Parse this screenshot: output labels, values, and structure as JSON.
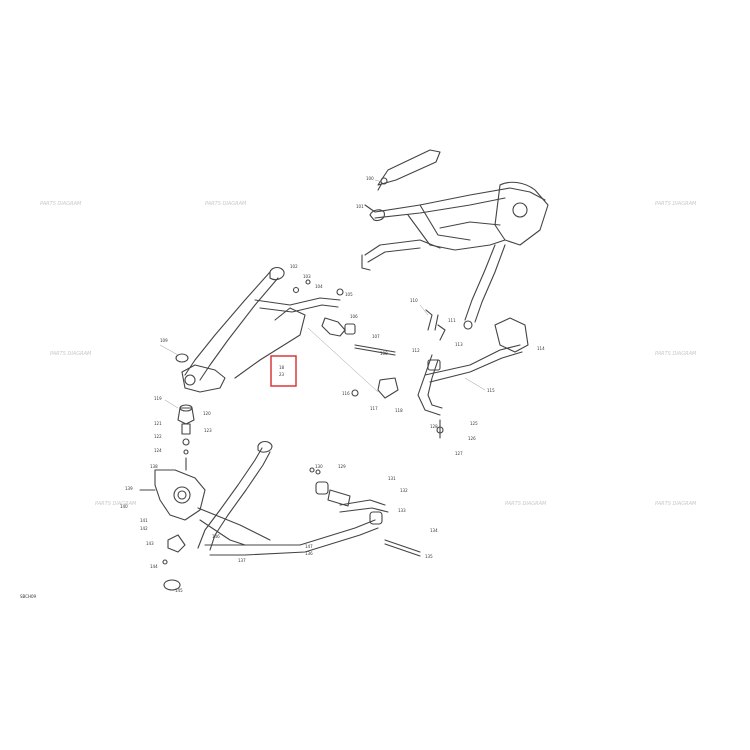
{
  "drawing_ref": "SBCH09",
  "watermark_text": "PARTS DIAGRAM",
  "highlight_box": {
    "color": "#d62a2a",
    "lines": [
      "18",
      "23"
    ]
  },
  "callouts": [
    "100",
    "101",
    "102",
    "103",
    "104",
    "105",
    "106",
    "107",
    "108",
    "109",
    "110",
    "111",
    "112",
    "113",
    "114",
    "115",
    "116",
    "117",
    "118",
    "119",
    "120",
    "121",
    "122",
    "123",
    "124",
    "125",
    "126",
    "127",
    "128",
    "129",
    "130",
    "131",
    "132",
    "133",
    "134",
    "135",
    "136",
    "137",
    "138",
    "139",
    "140",
    "141",
    "142",
    "143",
    "144",
    "145",
    "146",
    "147"
  ]
}
